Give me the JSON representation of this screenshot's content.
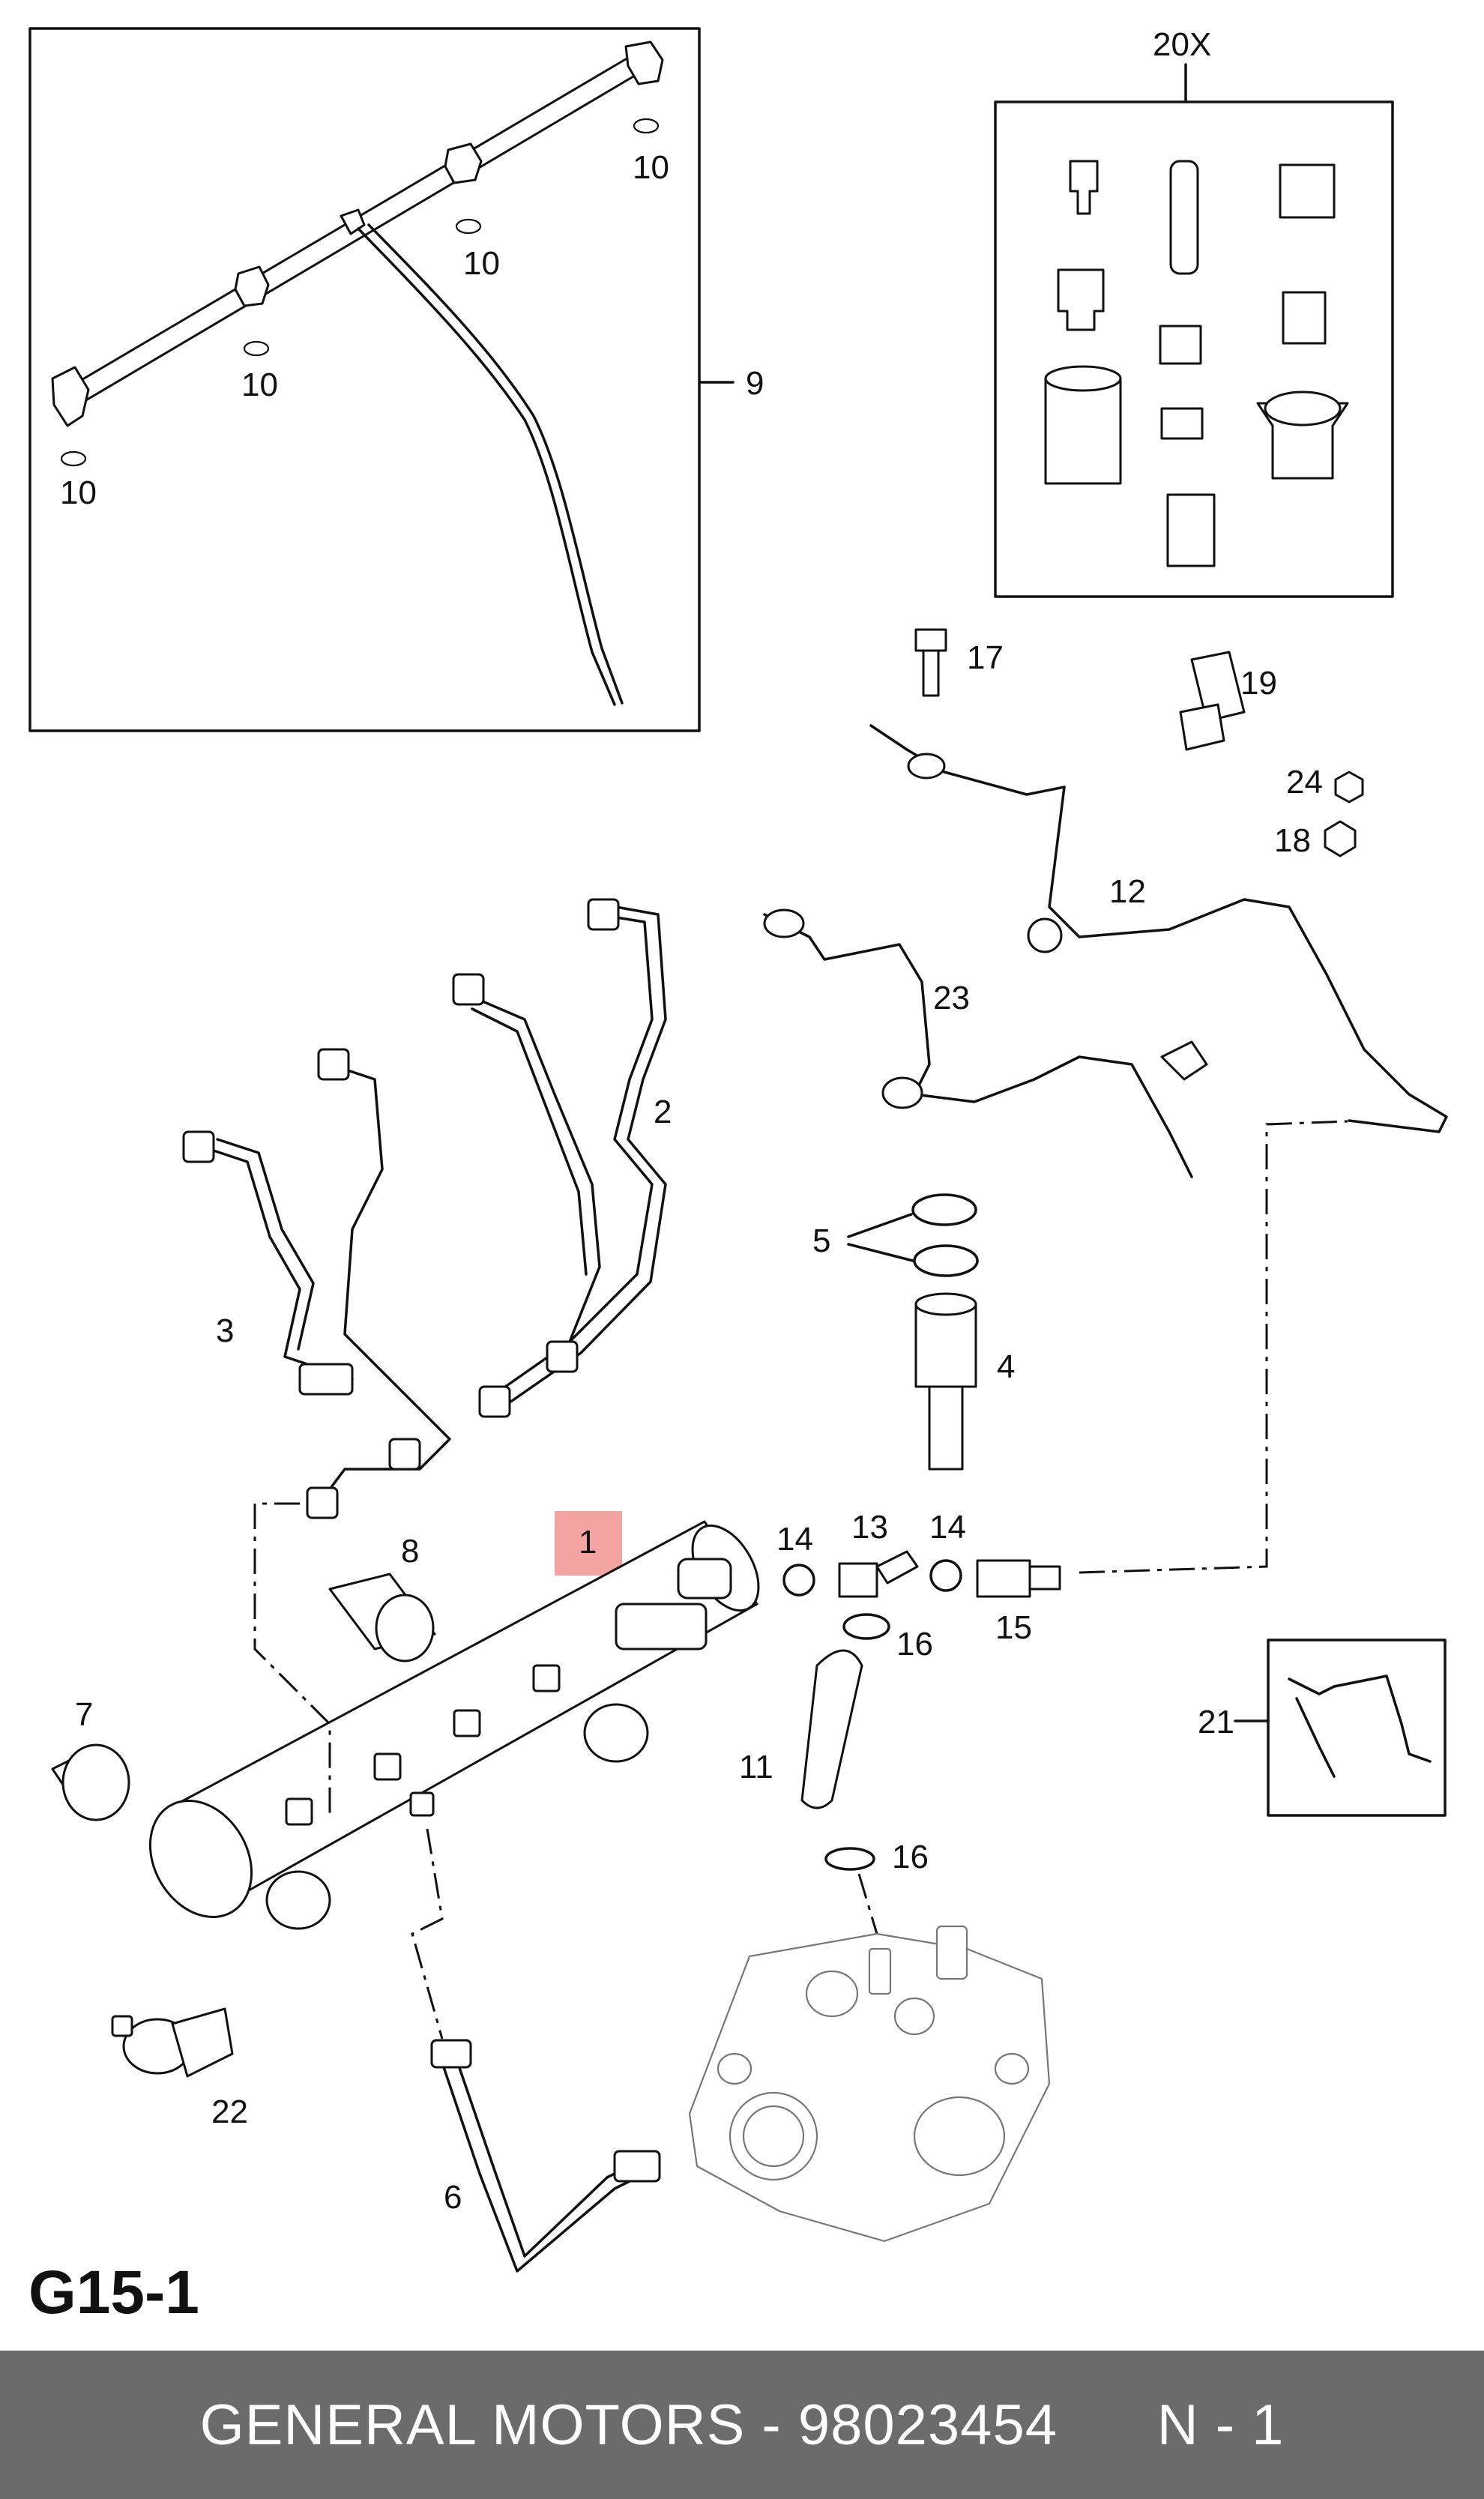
{
  "page_code": "G15-1",
  "footer": {
    "brand_partnumber": "GENERAL MOTORS - 98023454",
    "sheet": "N - 1"
  },
  "highlight_color": "#f4a3a3",
  "callouts": {
    "c1": "1",
    "c2": "2",
    "c3": "3",
    "c4": "4",
    "c5": "5",
    "c6": "6",
    "c7": "7",
    "c8": "8",
    "c9": "9",
    "c10a": "10",
    "c10b": "10",
    "c10c": "10",
    "c10d": "10",
    "c11": "11",
    "c12": "12",
    "c13": "13",
    "c14a": "14",
    "c14b": "14",
    "c15": "15",
    "c16a": "16",
    "c16b": "16",
    "c17": "17",
    "c18": "18",
    "c19": "19",
    "c20x": "20X",
    "c21": "21",
    "c22": "22",
    "c23": "23",
    "c24": "24"
  }
}
